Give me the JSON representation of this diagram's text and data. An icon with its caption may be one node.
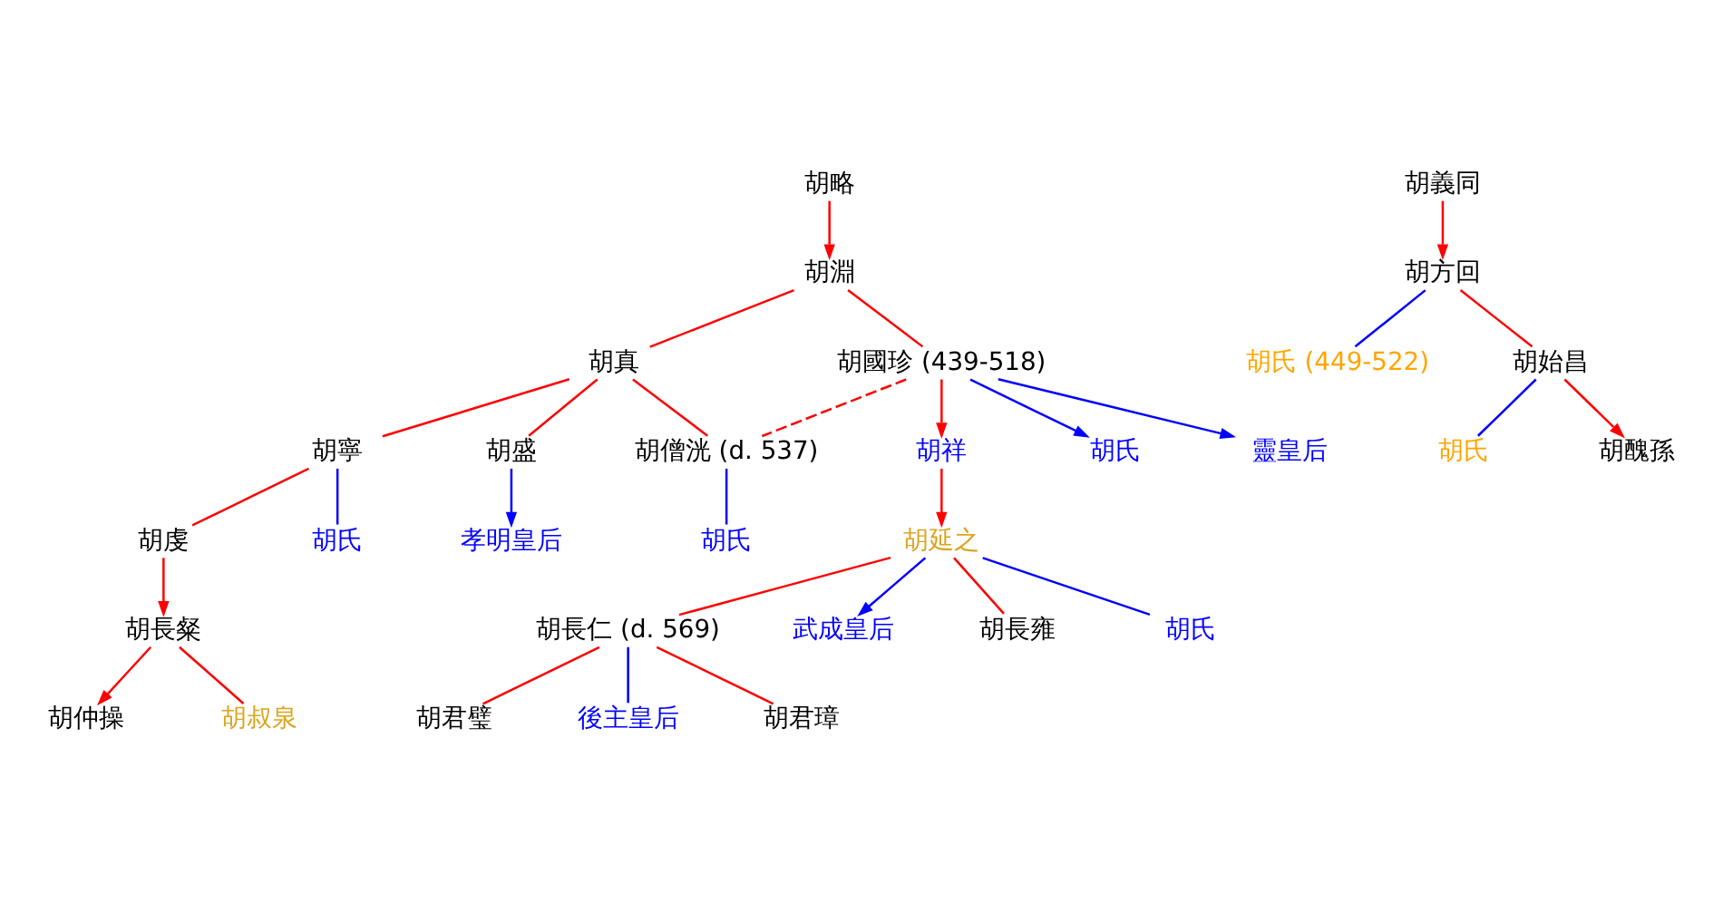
{
  "diagram": {
    "nodes": [
      {
        "text": [
          "胡略"
        ]
      },
      {
        "text": [
          "胡淵"
        ]
      },
      {
        "text": [
          "胡真"
        ]
      },
      {
        "text": [
          "胡國珍 (439-518)"
        ]
      },
      {
        "text": [
          "胡寧"
        ]
      },
      {
        "text": [
          "胡盛"
        ]
      },
      {
        "text": [
          "胡僧洸 (d. 537)"
        ]
      },
      {
        "text": [
          "胡祥"
        ]
      },
      {
        "text": [
          "胡虔"
        ]
      },
      {
        "text": [
          "胡長粲"
        ]
      },
      {
        "text": [
          "胡延之"
        ]
      },
      {
        "text": [
          "胡長仁 (d. 569)"
        ]
      },
      {
        "text": [
          "胡氏"
        ]
      },
      {
        "text": [
          "胡仲操"
        ]
      },
      {
        "text": [
          "胡叔泉"
        ]
      },
      {
        "text": [
          "孝明皇后"
        ]
      },
      {
        "text": [
          "胡氏"
        ]
      },
      {
        "text": [
          "胡君璧"
        ]
      },
      {
        "text": [
          "後主皇后"
        ]
      },
      {
        "text": [
          "胡君璋"
        ]
      },
      {
        "text": [
          "武成皇后"
        ]
      },
      {
        "text": [
          "胡長雍"
        ]
      },
      {
        "text": [
          "胡氏"
        ]
      },
      {
        "text": [
          "胡氏"
        ]
      },
      {
        "text": [
          "靈皇后"
        ]
      },
      {
        "text": [
          "胡義同"
        ]
      },
      {
        "text": [
          "胡方回"
        ]
      },
      {
        "text": [
          "胡氏 (449-522)"
        ]
      },
      {
        "text": [
          "胡始昌"
        ]
      },
      {
        "text": [
          "胡氏"
        ]
      },
      {
        "text": [
          "胡醜孫"
        ]
      }
    ],
    "edges": [
      {
        "from": 0,
        "to": 1,
        "arrow": "to"
      },
      {
        "from": 1,
        "to": 2,
        "arrow": "none"
      },
      {
        "from": 1,
        "to": 3,
        "arrow": "none"
      },
      {
        "from": 2,
        "to": 4,
        "arrow": "none"
      },
      {
        "from": 2,
        "to": 5,
        "arrow": "none"
      },
      {
        "from": 2,
        "to": 6,
        "arrow": "none"
      },
      {
        "from": 3,
        "to": 6,
        "arrow": "none",
        "style": "dashed"
      },
      {
        "from": 3,
        "to": 7,
        "arrow": "to"
      },
      {
        "from": 3,
        "to": 23,
        "arrow": "to",
        "color": "#0000ff"
      },
      {
        "from": 3,
        "to": 24,
        "arrow": "to",
        "color": "#0000ff"
      },
      {
        "from": 4,
        "to": 12,
        "arrow": "none",
        "color": "#0000ff"
      },
      {
        "from": 4,
        "to": 8,
        "arrow": "none"
      },
      {
        "from": 8,
        "to": 9,
        "arrow": "to"
      },
      {
        "from": 9,
        "to": 13,
        "arrow": "to"
      },
      {
        "from": 9,
        "to": 14,
        "arrow": "none"
      },
      {
        "from": 5,
        "to": 15,
        "arrow": "to",
        "color": "#0000ff"
      },
      {
        "from": 6,
        "to": 16,
        "arrow": "none",
        "color": "#0000ff"
      },
      {
        "from": 7,
        "to": 10,
        "arrow": "to"
      },
      {
        "from": 10,
        "to": 11,
        "arrow": "none"
      },
      {
        "from": 10,
        "to": 20,
        "arrow": "to",
        "color": "#0000ff"
      },
      {
        "from": 10,
        "to": 21,
        "arrow": "none"
      },
      {
        "from": 10,
        "to": 22,
        "arrow": "none",
        "color": "#0000ff"
      },
      {
        "from": 11,
        "to": 17,
        "arrow": "none"
      },
      {
        "from": 11,
        "to": 18,
        "arrow": "none",
        "color": "#0000ff"
      },
      {
        "from": 11,
        "to": 19,
        "arrow": "none"
      },
      {
        "from": 25,
        "to": 26,
        "arrow": "to"
      },
      {
        "from": 26,
        "to": 27,
        "arrow": "none",
        "color": "#0000ff"
      },
      {
        "from": 26,
        "to": 28,
        "arrow": "none"
      },
      {
        "from": 28,
        "to": 29,
        "arrow": "none",
        "color": "#0000ff"
      },
      {
        "from": 28,
        "to": 30,
        "arrow": "to"
      }
    ]
  }
}
